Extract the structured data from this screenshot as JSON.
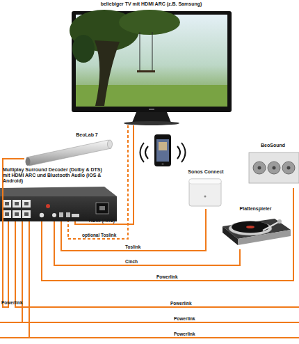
{
  "diagram": {
    "nodes": [
      {
        "text": [
          "beliebiger TV mit HDMI ARC (z.B. Samsung)"
        ]
      },
      {
        "text": [
          "BeoLab 7"
        ]
      },
      {
        "text": [
          "BeoSound"
        ]
      },
      {
        "text": [
          "Multiplay Surround Decoder (Dolby & DTS) mit HDMI ARC und Bluetooth Audio (iOS & Android)"
        ]
      },
      {
        "text": [
          "Sonos Connect"
        ]
      },
      {
        "text": [
          "Plattenspieler"
        ]
      }
    ],
    "edges": [
      {
        "from": 0,
        "to": 3,
        "label": "HDMI (ARC)",
        "arrow": "none"
      },
      {
        "from": 0,
        "to": 3,
        "label": "optional Toslink",
        "arrow": "none"
      },
      {
        "from": 4,
        "to": 3,
        "label": "Toslink",
        "arrow": "none"
      },
      {
        "from": 5,
        "to": 3,
        "label": "Cinch",
        "arrow": "none"
      },
      {
        "from": 2,
        "to": 3,
        "label": "Powerlink",
        "arrow": "none"
      },
      {
        "from": 1,
        "to": 3,
        "label": "Powerlink",
        "arrow": "none"
      }
    ],
    "labels": [
      "Powerlink",
      "Powerlink",
      "Powerlink"
    ]
  }
}
